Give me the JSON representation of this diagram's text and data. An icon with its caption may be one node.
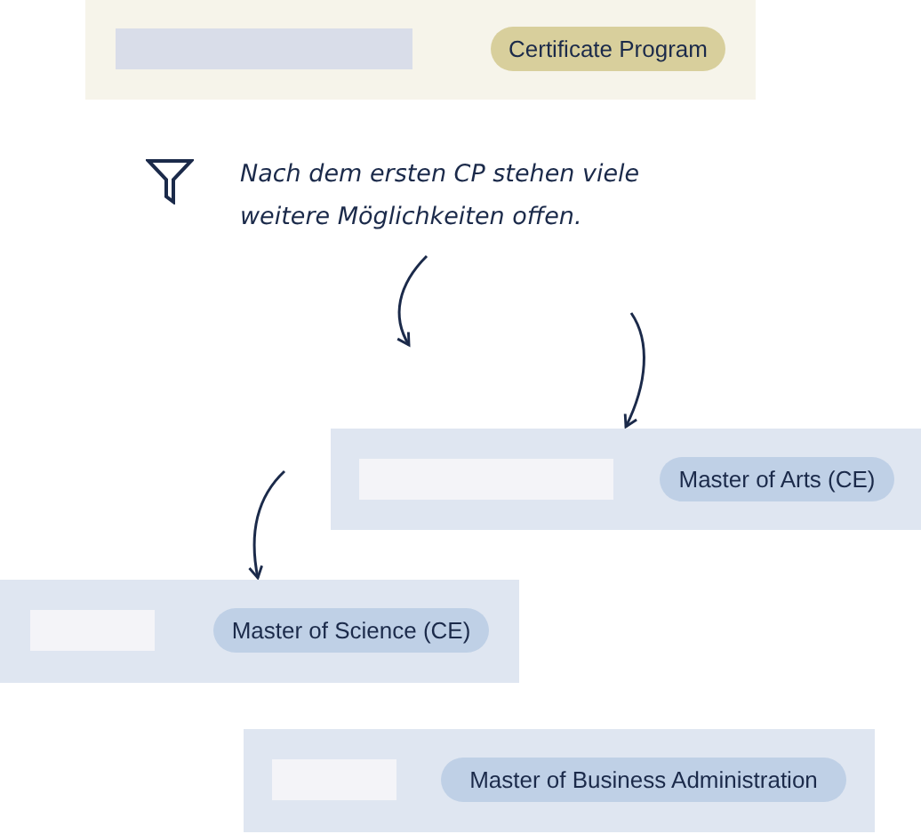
{
  "diagram": {
    "nodes": [
      {
        "text": [
          "Certificate Program"
        ]
      },
      {
        "text": [
          "Nach dem ersten CP stehen viele weitere Möglichkeiten offen."
        ]
      },
      {
        "text": [
          "Master of Arts (CE)"
        ]
      },
      {
        "text": [
          "Master of Science (CE)"
        ]
      },
      {
        "text": [
          "Master of Business Administration"
        ]
      }
    ],
    "edges": [
      {
        "from": 1,
        "to": null,
        "arrow": "to"
      },
      {
        "from": null,
        "to": 2,
        "arrow": "to"
      },
      {
        "from": null,
        "to": 3,
        "arrow": "to"
      }
    ]
  }
}
